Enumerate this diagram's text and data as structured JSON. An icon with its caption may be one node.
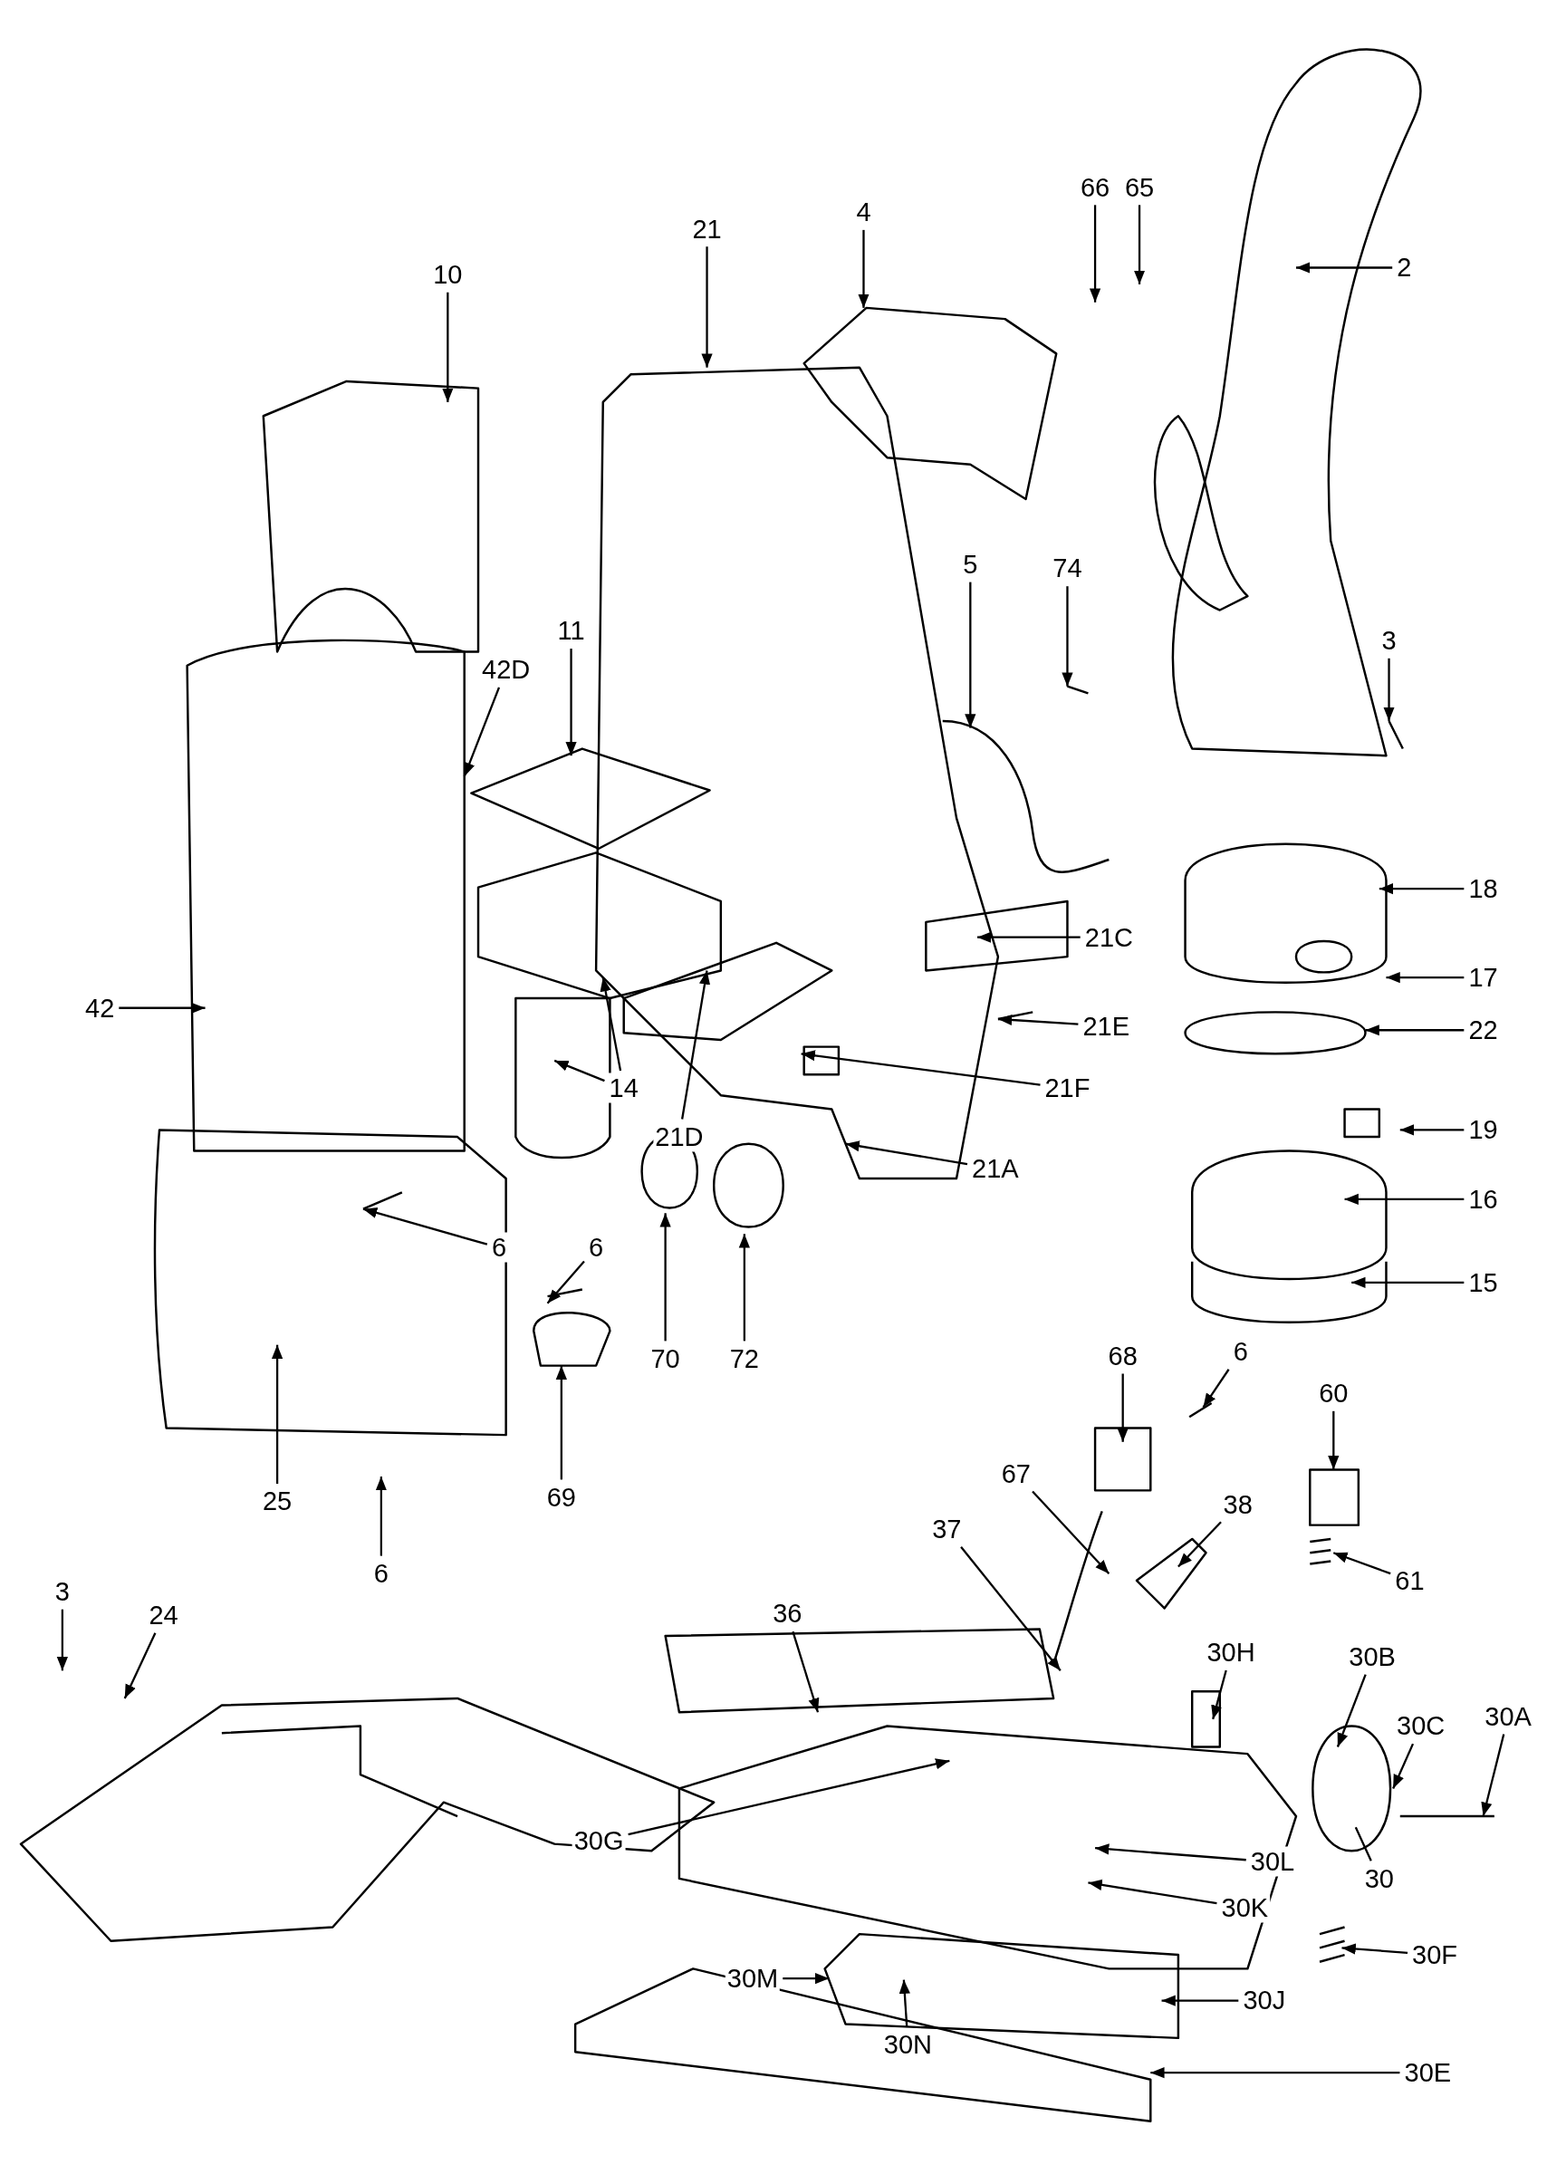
{
  "diagram": {
    "nodes": [
      {
        "text": [
          "10"
        ]
      },
      {
        "text": [
          "21"
        ]
      },
      {
        "text": [
          "4"
        ]
      },
      {
        "text": [
          "66"
        ]
      },
      {
        "text": [
          "65"
        ]
      },
      {
        "text": [
          "2"
        ]
      },
      {
        "text": [
          "74"
        ]
      },
      {
        "text": [
          "5"
        ]
      },
      {
        "text": [
          "3"
        ]
      },
      {
        "text": [
          "11"
        ]
      },
      {
        "text": [
          "42D"
        ]
      },
      {
        "text": [
          "18"
        ]
      },
      {
        "text": [
          "21C"
        ]
      },
      {
        "text": [
          "17"
        ]
      },
      {
        "text": [
          "42"
        ]
      },
      {
        "text": [
          "21E"
        ]
      },
      {
        "text": [
          "22"
        ]
      },
      {
        "text": [
          "14"
        ]
      },
      {
        "text": [
          "21F"
        ]
      },
      {
        "text": [
          "19"
        ]
      },
      {
        "text": [
          "21D"
        ]
      },
      {
        "text": [
          "21A"
        ]
      },
      {
        "text": [
          "16"
        ]
      },
      {
        "text": [
          "6"
        ]
      },
      {
        "text": [
          "6"
        ]
      },
      {
        "text": [
          "15"
        ]
      },
      {
        "text": [
          "70"
        ]
      },
      {
        "text": [
          "72"
        ]
      },
      {
        "text": [
          "68"
        ]
      },
      {
        "text": [
          "6"
        ]
      },
      {
        "text": [
          "60"
        ]
      },
      {
        "text": [
          "67"
        ]
      },
      {
        "text": [
          "38"
        ]
      },
      {
        "text": [
          "69"
        ]
      },
      {
        "text": [
          "25"
        ]
      },
      {
        "text": [
          "37"
        ]
      },
      {
        "text": [
          "6"
        ]
      },
      {
        "text": [
          "3"
        ]
      },
      {
        "text": [
          "24"
        ]
      },
      {
        "text": [
          "61"
        ]
      },
      {
        "text": [
          "36"
        ]
      },
      {
        "text": [
          "30H"
        ]
      },
      {
        "text": [
          "30B"
        ]
      },
      {
        "text": [
          "30A"
        ]
      },
      {
        "text": [
          "30C"
        ]
      },
      {
        "text": [
          "30G"
        ]
      },
      {
        "text": [
          "30L"
        ]
      },
      {
        "text": [
          "30"
        ]
      },
      {
        "text": [
          "30K"
        ]
      },
      {
        "text": [
          "30F"
        ]
      },
      {
        "text": [
          "30M"
        ]
      },
      {
        "text": [
          "30J"
        ]
      },
      {
        "text": [
          "30N"
        ]
      },
      {
        "text": [
          "30E"
        ]
      }
    ],
    "edges": [
      {
        "from": 0,
        "to": null,
        "arrow": "to"
      },
      {
        "from": 1,
        "to": null,
        "arrow": "to"
      },
      {
        "from": 2,
        "to": null,
        "arrow": "to"
      },
      {
        "from": 3,
        "to": null,
        "arrow": "to"
      },
      {
        "from": 4,
        "to": null,
        "arrow": "to"
      },
      {
        "from": 5,
        "to": null,
        "arrow": "to"
      },
      {
        "from": 6,
        "to": null,
        "arrow": "to"
      },
      {
        "from": 7,
        "to": null,
        "arrow": "to"
      },
      {
        "from": 8,
        "to": null,
        "arrow": "to"
      },
      {
        "from": 9,
        "to": null,
        "arrow": "to"
      },
      {
        "from": 10,
        "to": null,
        "arrow": "to"
      },
      {
        "from": 11,
        "to": null,
        "arrow": "to"
      },
      {
        "from": 12,
        "to": null,
        "arrow": "to"
      },
      {
        "from": 13,
        "to": null,
        "arrow": "to"
      },
      {
        "from": 14,
        "to": null,
        "arrow": "to"
      },
      {
        "from": 15,
        "to": null,
        "arrow": "to"
      },
      {
        "from": 16,
        "to": null,
        "arrow": "to"
      },
      {
        "from": 17,
        "to": null,
        "arrow": "to"
      },
      {
        "from": 17,
        "to": null,
        "arrow": "to"
      },
      {
        "from": 18,
        "to": null,
        "arrow": "to"
      },
      {
        "from": 19,
        "to": null,
        "arrow": "to"
      },
      {
        "from": 20,
        "to": null,
        "arrow": "to"
      },
      {
        "from": 21,
        "to": null,
        "arrow": "to"
      },
      {
        "from": 22,
        "to": null,
        "arrow": "to"
      },
      {
        "from": 23,
        "to": null,
        "arrow": "to"
      },
      {
        "from": 24,
        "to": null,
        "arrow": "to"
      },
      {
        "from": 25,
        "to": null,
        "arrow": "to"
      },
      {
        "from": 26,
        "to": null,
        "arrow": "to"
      },
      {
        "from": 27,
        "to": null,
        "arrow": "to"
      },
      {
        "from": 28,
        "to": null,
        "arrow": "to"
      },
      {
        "from": 29,
        "to": null,
        "arrow": "to"
      },
      {
        "from": 30,
        "to": null,
        "arrow": "to"
      },
      {
        "from": 31,
        "to": null,
        "arrow": "to"
      },
      {
        "from": 32,
        "to": null,
        "arrow": "to"
      },
      {
        "from": 33,
        "to": null,
        "arrow": "to"
      },
      {
        "from": 34,
        "to": null,
        "arrow": "to"
      },
      {
        "from": 35,
        "to": null,
        "arrow": "to"
      },
      {
        "from": 36,
        "to": null,
        "arrow": "to"
      },
      {
        "from": 37,
        "to": null,
        "arrow": "to"
      },
      {
        "from": 38,
        "to": null,
        "arrow": "to"
      },
      {
        "from": 39,
        "to": null,
        "arrow": "to"
      },
      {
        "from": 40,
        "to": null,
        "arrow": "to"
      },
      {
        "from": 41,
        "to": null,
        "arrow": "to"
      },
      {
        "from": 42,
        "to": null,
        "arrow": "to"
      },
      {
        "from": 43,
        "to": null,
        "arrow": "to"
      },
      {
        "from": 44,
        "to": null,
        "arrow": "to"
      },
      {
        "from": 45,
        "to": null,
        "arrow": "to"
      },
      {
        "from": 46,
        "to": null,
        "arrow": "to"
      },
      {
        "from": 47,
        "to": null,
        "arrow": "none"
      },
      {
        "from": 48,
        "to": null,
        "arrow": "to"
      },
      {
        "from": 49,
        "to": null,
        "arrow": "to"
      },
      {
        "from": 50,
        "to": null,
        "arrow": "to"
      },
      {
        "from": 51,
        "to": null,
        "arrow": "to"
      },
      {
        "from": 52,
        "to": null,
        "arrow": "to"
      },
      {
        "from": 53,
        "to": null,
        "arrow": "to"
      }
    ]
  }
}
